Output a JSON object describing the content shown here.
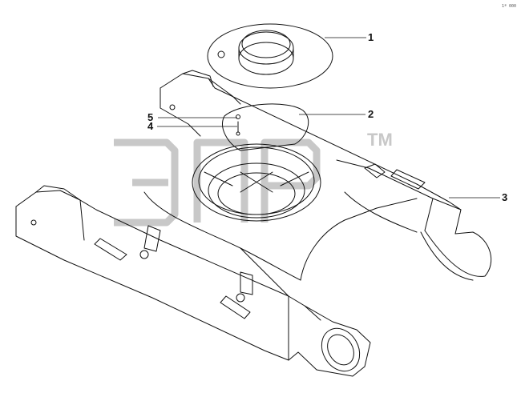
{
  "callouts": [
    {
      "id": "1",
      "label": "1"
    },
    {
      "id": "2",
      "label": "2"
    },
    {
      "id": "3",
      "label": "3"
    },
    {
      "id": "4",
      "label": "4"
    },
    {
      "id": "5",
      "label": "5"
    }
  ],
  "watermark": {
    "text": "ЭПР",
    "mark": "TM"
  },
  "corner_code": "1ª 000",
  "colors": {
    "line": "#111111",
    "watermark": "#c8c8c8",
    "background": "#ffffff"
  }
}
